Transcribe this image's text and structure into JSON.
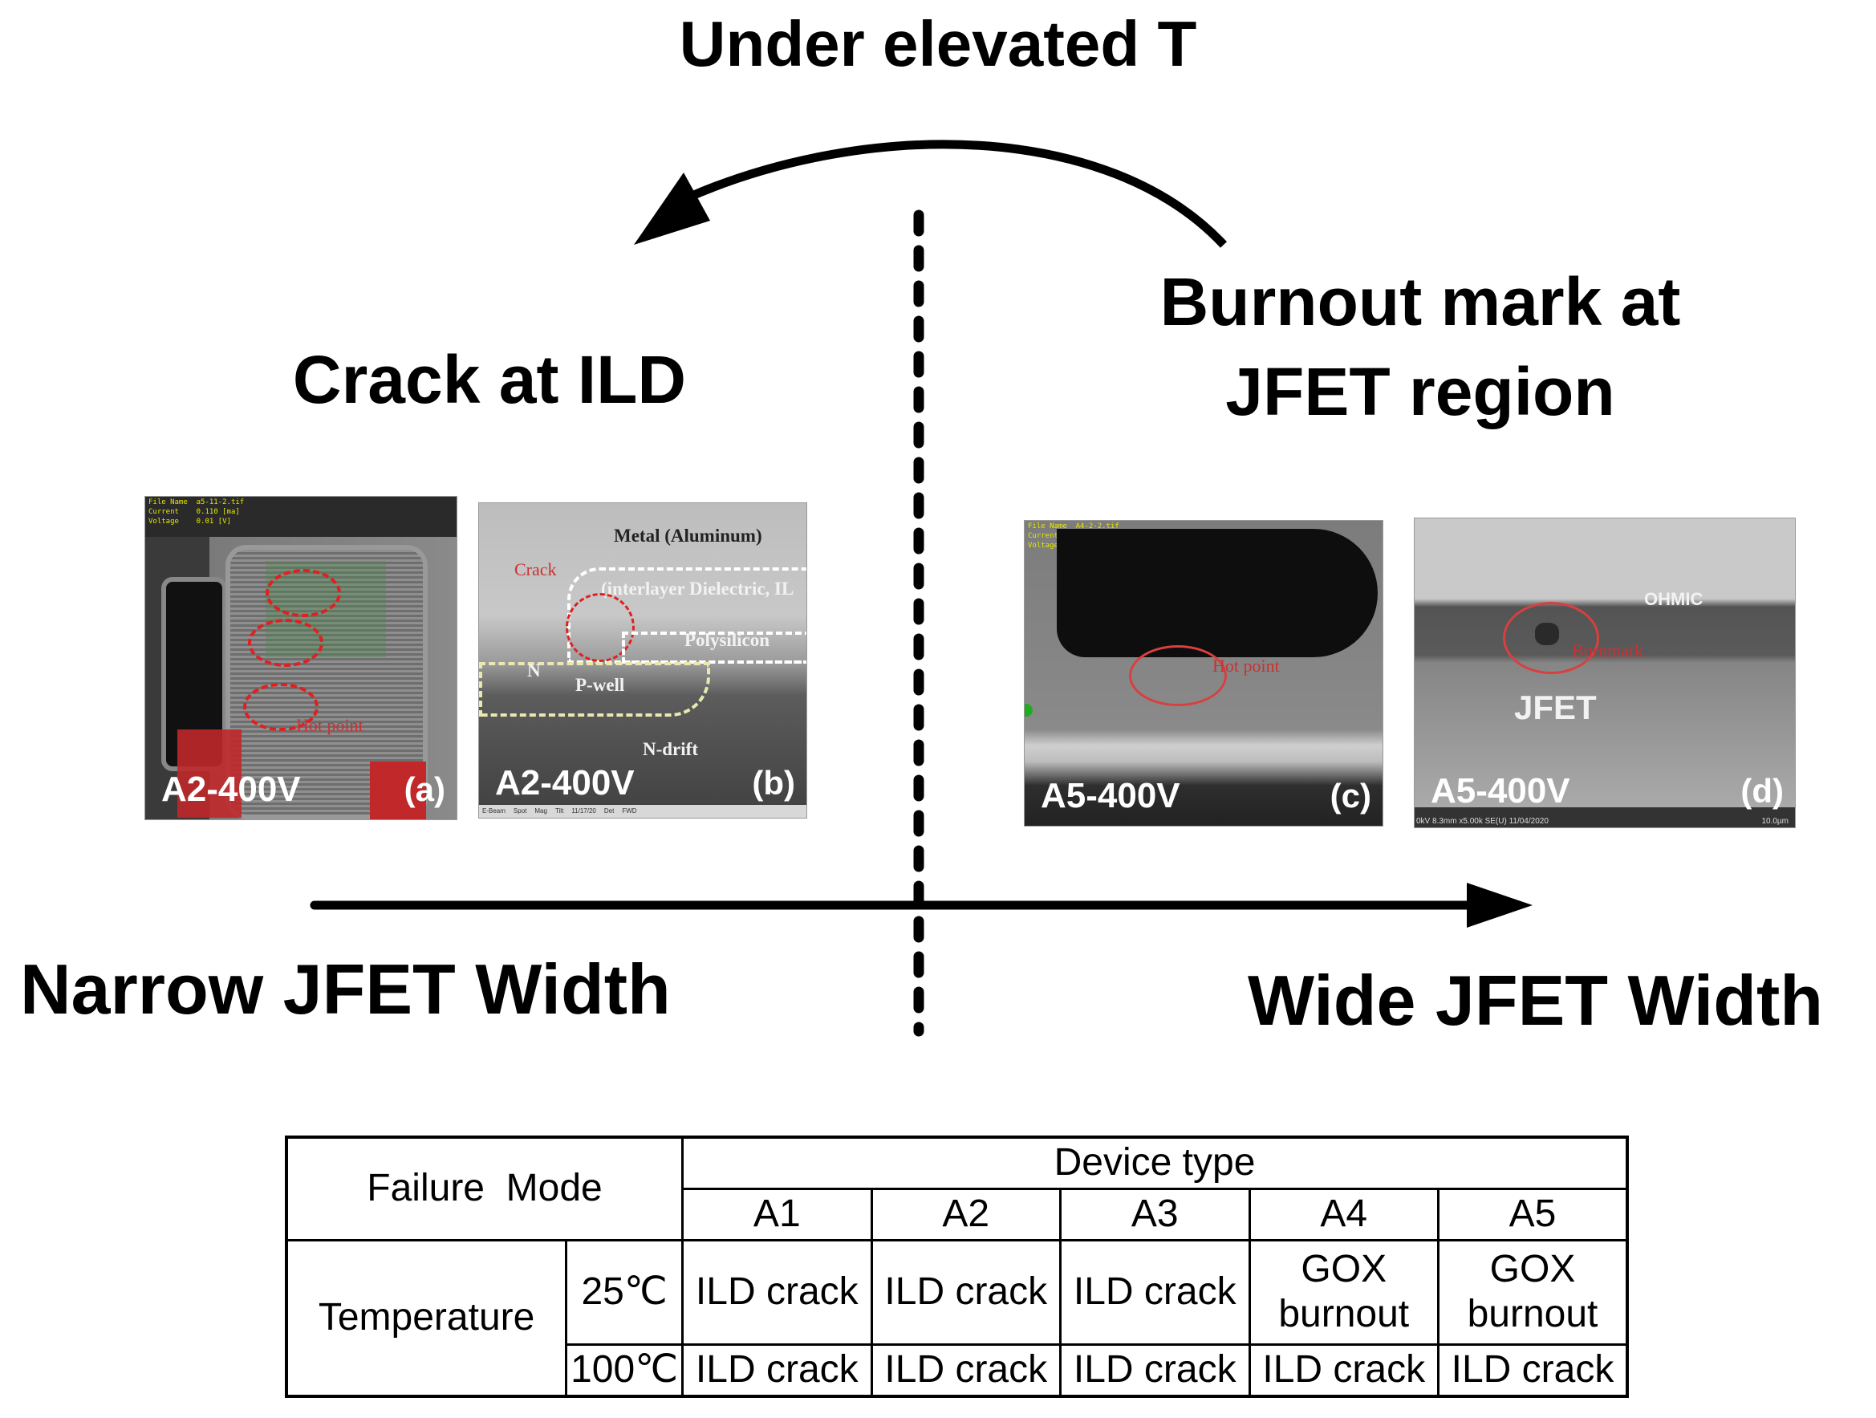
{
  "figure": {
    "top_title": "Under elevated T",
    "left_title": "Crack at ILD",
    "right_title_line1": "Burnout mark at",
    "right_title_line2": "JFET region",
    "narrow_label": "Narrow JFET Width",
    "wide_label": "Wide JFET Width"
  },
  "panels": [
    {
      "id": "a",
      "sample": "A2-400V",
      "panel": "(a)",
      "header_lines": [
        "File Name  a5-11-2.tif",
        "Current    0.110 [ma]",
        "Voltage    0.01 [V]"
      ],
      "annotation": "Hot point"
    },
    {
      "id": "b",
      "sample": "A2-400V",
      "panel": "(b)",
      "labels": {
        "crack": "Crack",
        "metal": "Metal (Aluminum)",
        "ild": "(interlayer Dielectric, IL",
        "poly": "Polysilicon",
        "nplus": "N",
        "pwell": "P-well",
        "ndrift": "N-drift"
      },
      "footer": [
        "E-Beam",
        "Spot",
        "Mag",
        "Tilt",
        "11/17/20",
        "Det",
        "FWD"
      ]
    },
    {
      "id": "c",
      "sample": "A5-400V",
      "panel": "(c)",
      "header_lines": [
        "File Name  A4-2-2.tif",
        "Current    0.110 [V]",
        "Voltage    0.01 [V]"
      ],
      "annotation": "Hot point"
    },
    {
      "id": "d",
      "sample": "A5-400V",
      "panel": "(d)",
      "ohmic": "OHMIC",
      "jfet": "JFET",
      "annotation": "Burnmark",
      "footer_text": "0kV 8.3mm x5.00k SE(U) 11/04/2020",
      "scale": "10.0µm"
    }
  ],
  "table": {
    "header_failure_mode": "Failure  Mode",
    "header_device_type": "Device type",
    "devices": [
      "A1",
      "A2",
      "A3",
      "A4",
      "A5"
    ],
    "row_group_label": "Temperature",
    "rows": [
      {
        "temp": "25℃",
        "cells": [
          "ILD crack",
          "ILD crack",
          "ILD crack",
          "GOX\nburnout",
          "GOX\nburnout"
        ]
      },
      {
        "temp": "100℃",
        "cells": [
          "ILD crack",
          "ILD crack",
          "ILD crack",
          "ILD crack",
          "ILD crack"
        ]
      }
    ]
  }
}
